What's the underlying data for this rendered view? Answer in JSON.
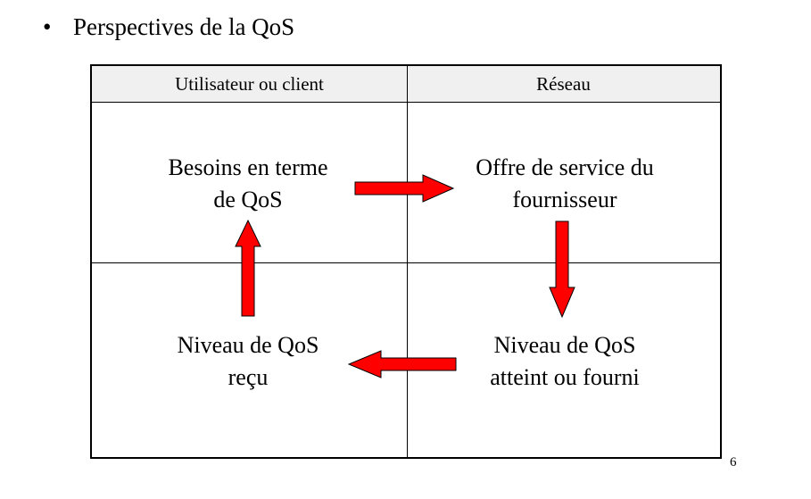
{
  "slide": {
    "bullet_symbol": "•",
    "bullet_text": "Perspectives de la QoS",
    "page_number": "6"
  },
  "diagram": {
    "headers": {
      "left": "Utilisateur ou client",
      "right": "Réseau"
    },
    "cells": {
      "top_left": [
        "Besoins en terme",
        "de QoS"
      ],
      "top_right": [
        "Offre de service du",
        "fournisseur"
      ],
      "bottom_left": [
        "Niveau de QoS",
        "reçu"
      ],
      "bottom_right": [
        "Niveau de QoS",
        "atteint ou fourni"
      ]
    },
    "header_background": "#f0f0f0",
    "arrow_color": "#ff0000"
  }
}
